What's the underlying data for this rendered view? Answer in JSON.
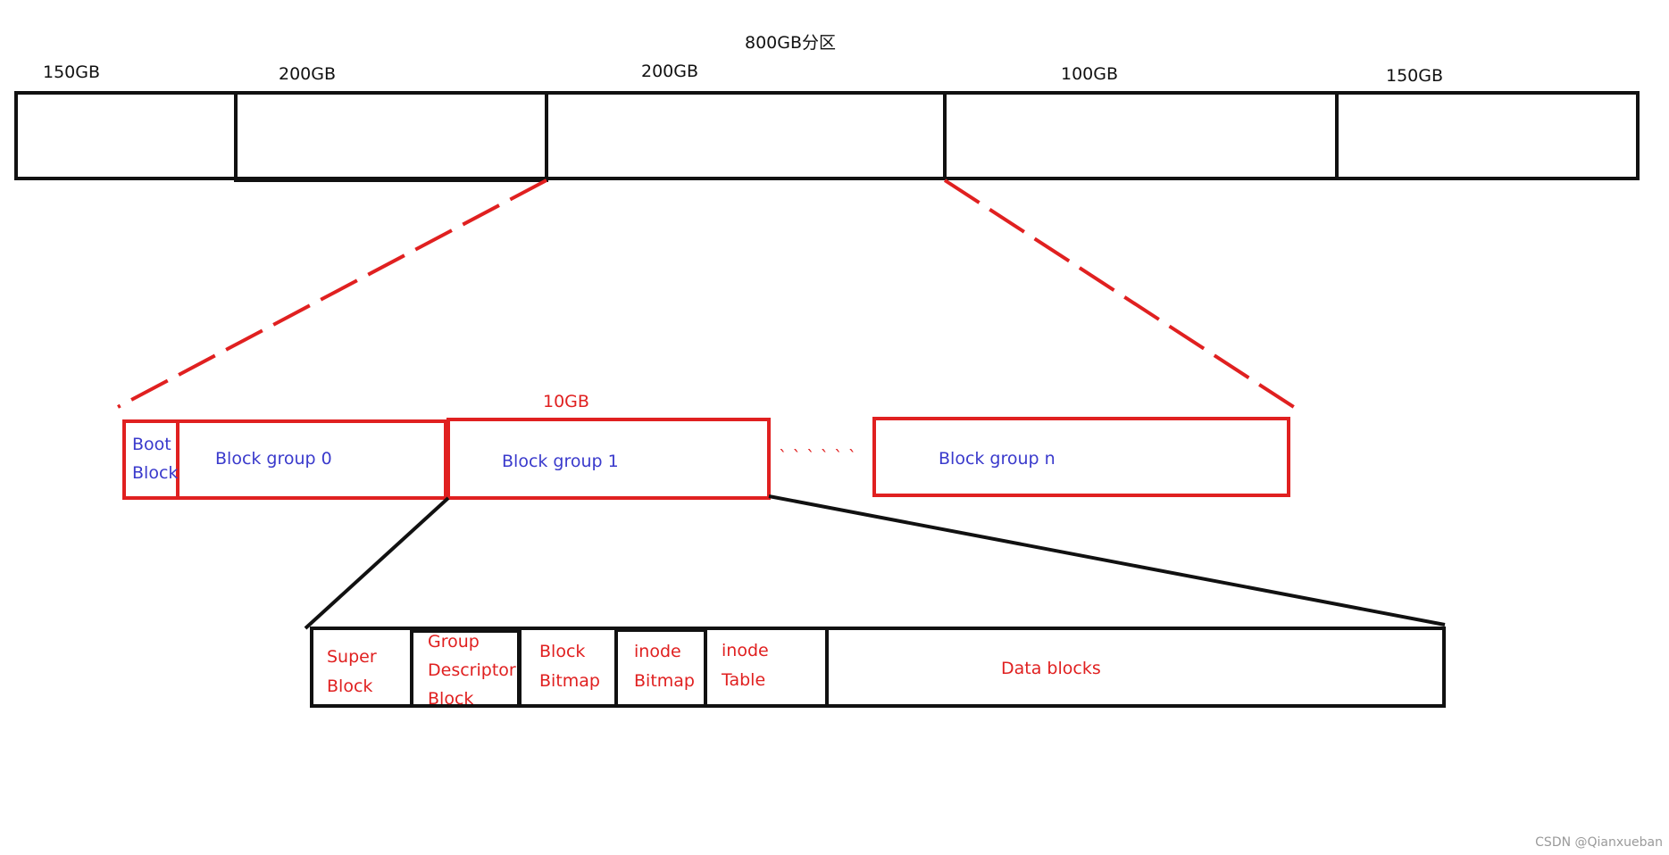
{
  "partition": {
    "title": "800GB分区",
    "sizes": [
      "150GB",
      "200GB",
      "200GB",
      "100GB",
      "150GB"
    ]
  },
  "block_groups": {
    "size_label": "10GB",
    "boot_block": [
      "Boot",
      "Block"
    ],
    "group0": "Block group 0",
    "group1": "Block group 1",
    "ellipsis": "` ` ` ` ` `",
    "groupn": "Block group  n"
  },
  "group_detail": {
    "super_block": [
      "Super",
      "Block"
    ],
    "group_descriptor": [
      "Group",
      "Descriptor",
      "Block"
    ],
    "block_bitmap": [
      "Block",
      "Bitmap"
    ],
    "inode_bitmap": [
      "inode",
      "Bitmap"
    ],
    "inode_table": [
      "inode",
      "Table"
    ],
    "data_blocks": "Data blocks"
  },
  "watermark": "CSDN @Qianxueban",
  "colors": {
    "black": "#111111",
    "red": "#e02020",
    "blue": "#3a3acc"
  }
}
